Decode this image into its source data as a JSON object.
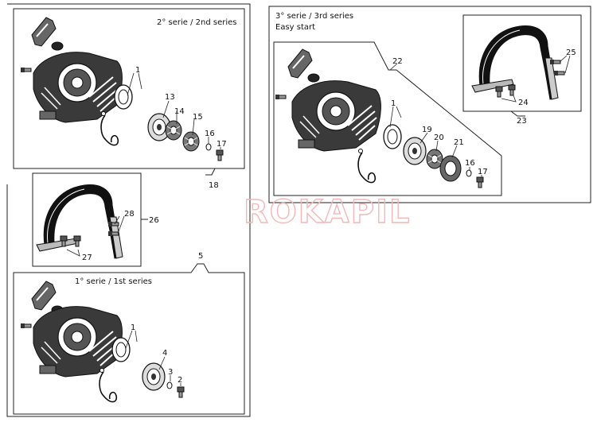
{
  "captions": {
    "series2": "2° serie / 2nd series",
    "series3_line1": "3° serie / 3rd series",
    "series3_line2": "Easy start",
    "series1": "1° serie / 1st series"
  },
  "watermark": "ROKAPIL",
  "labels": {
    "n1a": "1",
    "n13": "13",
    "n14": "14",
    "n15": "15",
    "n16a": "16",
    "n17a": "17",
    "n18": "18",
    "n26": "26",
    "n27": "27",
    "n28": "28",
    "n5": "5",
    "n1c": "1",
    "n4": "4",
    "n3": "3",
    "n2": "2",
    "n22": "22",
    "n1b": "1",
    "n19": "19",
    "n20": "20",
    "n21": "21",
    "n16b": "16",
    "n17b": "17",
    "n25": "25",
    "n24": "24",
    "n23": "23"
  },
  "colors": {
    "line": "#222222",
    "part": "#333333",
    "watermark": "#f2b8b8"
  }
}
